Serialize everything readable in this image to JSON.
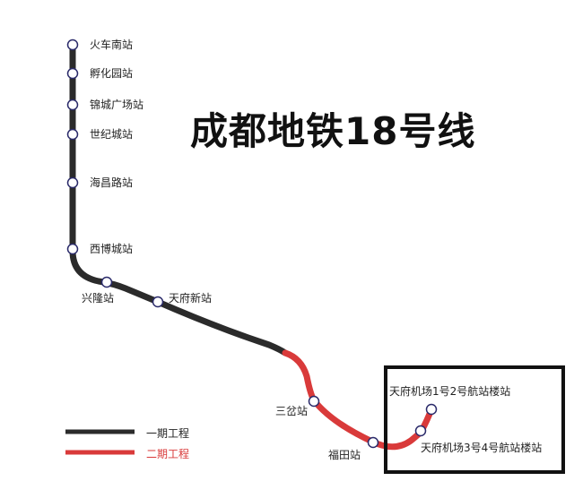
{
  "title": "成都地铁18号线",
  "colors": {
    "phase1": "#2b2b2b",
    "phase2": "#d93a3a",
    "station_stroke": "#2a2a6a",
    "station_fill": "#ffffff",
    "box": "#111111"
  },
  "stations": [
    {
      "name": "火车南站",
      "phase": 1
    },
    {
      "name": "孵化园站",
      "phase": 1
    },
    {
      "name": "锦城广场站",
      "phase": 1
    },
    {
      "name": "世纪城站",
      "phase": 1
    },
    {
      "name": "海昌路站",
      "phase": 1
    },
    {
      "name": "西博城站",
      "phase": 1
    },
    {
      "name": "兴隆站",
      "phase": 1
    },
    {
      "name": "天府新站",
      "phase": 1
    },
    {
      "name": "三岔站",
      "phase": 2
    },
    {
      "name": "福田站",
      "phase": 2
    },
    {
      "name": "天府机场3号4号航站楼站",
      "phase": 2
    },
    {
      "name": "天府机场1号2号航站楼站",
      "phase": 2
    }
  ],
  "legend": {
    "phase1_label": "一期工程",
    "phase2_label": "二期工程"
  }
}
